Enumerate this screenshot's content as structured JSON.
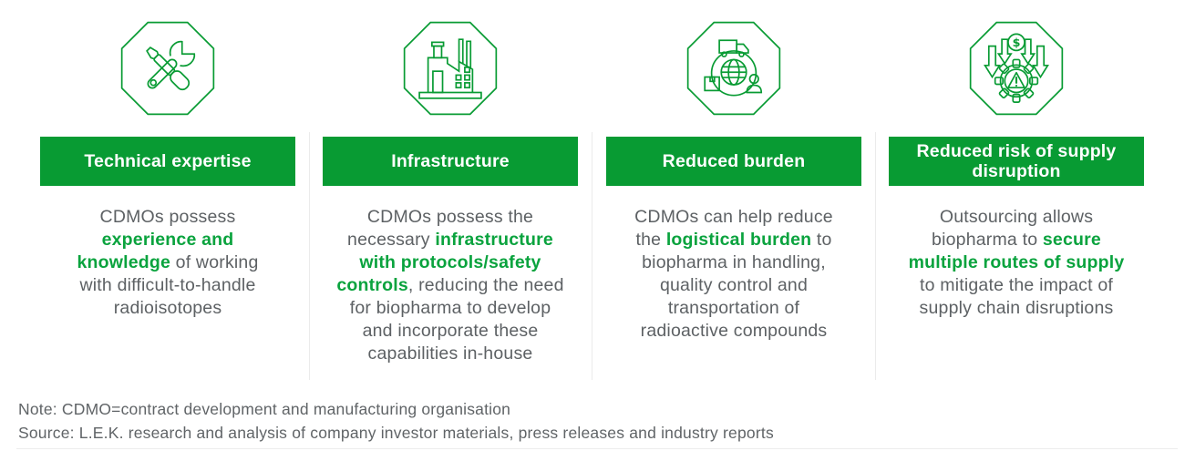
{
  "colors": {
    "green": "#089b33",
    "green_text": "#0aa33e",
    "body_text": "#5d6164",
    "note_text": "#606467",
    "divider": "#ebebeb"
  },
  "columns": [
    {
      "icon": "tools-icon",
      "header": "Technical expertise",
      "body_lines": [
        [
          {
            "t": "CDMOs possess"
          }
        ],
        [
          {
            "t": "experience and",
            "g": true
          }
        ],
        [
          {
            "t": "knowledge",
            "g": true
          },
          {
            "t": " of working"
          }
        ],
        [
          {
            "t": "with difficult-to-handle"
          }
        ],
        [
          {
            "t": "radioisotopes"
          }
        ]
      ]
    },
    {
      "icon": "factory-icon",
      "header": "Infrastructure",
      "body_lines": [
        [
          {
            "t": "CDMOs possess the"
          }
        ],
        [
          {
            "t": "necessary "
          },
          {
            "t": "infrastructure",
            "g": true
          }
        ],
        [
          {
            "t": "with protocols/safety",
            "g": true
          }
        ],
        [
          {
            "t": "controls",
            "g": true
          },
          {
            "t": ", reducing the need"
          }
        ],
        [
          {
            "t": "for biopharma to develop"
          }
        ],
        [
          {
            "t": "and incorporate these"
          }
        ],
        [
          {
            "t": "capabilities in-house"
          }
        ]
      ]
    },
    {
      "icon": "logistics-icon",
      "header": "Reduced burden",
      "body_lines": [
        [
          {
            "t": "CDMOs can help reduce"
          }
        ],
        [
          {
            "t": "the "
          },
          {
            "t": "logistical burden",
            "g": true
          },
          {
            "t": " to"
          }
        ],
        [
          {
            "t": "biopharma in handling,"
          }
        ],
        [
          {
            "t": "quality control and"
          }
        ],
        [
          {
            "t": "transportation of"
          }
        ],
        [
          {
            "t": "radioactive compounds"
          }
        ]
      ]
    },
    {
      "icon": "supply-risk-icon",
      "header": "Reduced risk of supply disruption",
      "body_lines": [
        [
          {
            "t": "Outsourcing allows"
          }
        ],
        [
          {
            "t": "biopharma to "
          },
          {
            "t": "secure",
            "g": true
          }
        ],
        [
          {
            "t": "multiple routes of supply",
            "g": true
          }
        ],
        [
          {
            "t": "to mitigate the impact of"
          }
        ],
        [
          {
            "t": "supply chain disruptions"
          }
        ]
      ]
    }
  ],
  "footer": {
    "note": "Note: CDMO=contract development and manufacturing organisation",
    "source": "Source: L.E.K. research and analysis of company investor materials, press releases and industry reports"
  }
}
